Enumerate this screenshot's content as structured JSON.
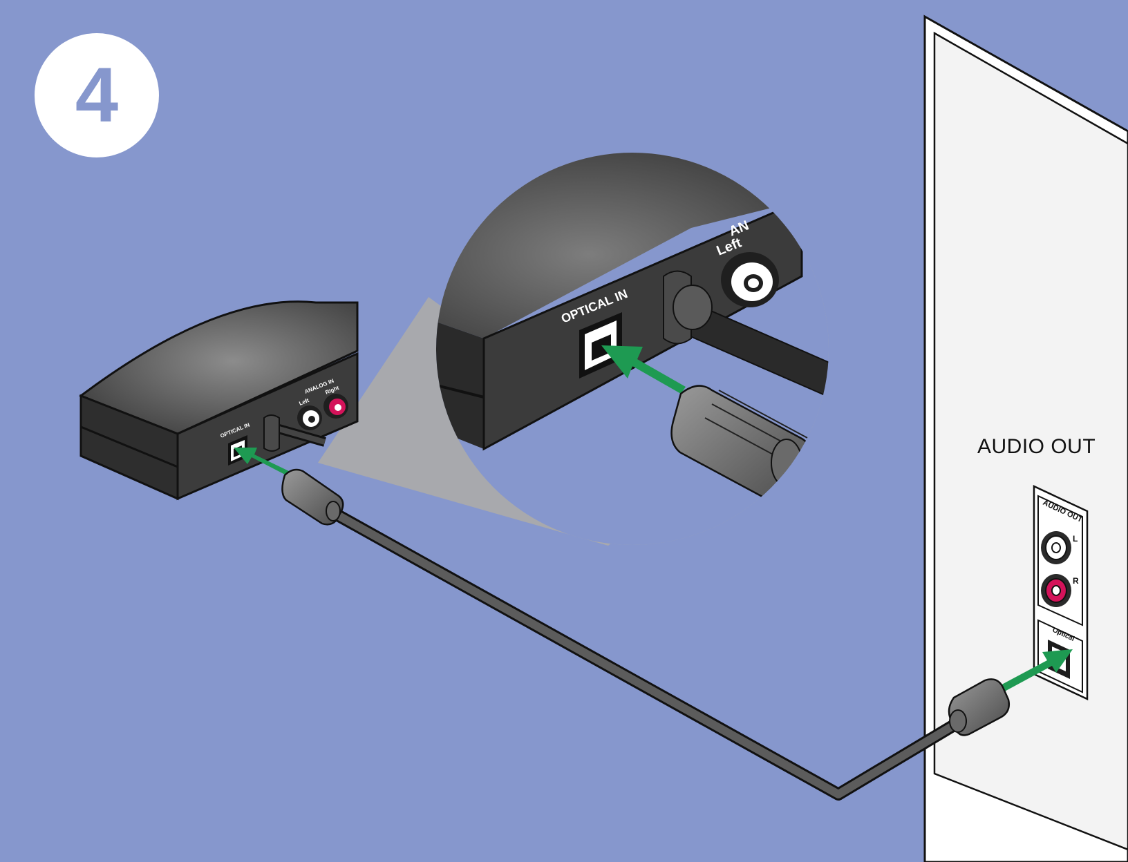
{
  "step": {
    "number": "4"
  },
  "device": {
    "optical_label": "OPTICAL IN",
    "analog_label": "ANALOG IN",
    "left_label": "Left",
    "right_label": "Right"
  },
  "zoom": {
    "optical_label": "OPTICAL IN",
    "analog_label_partial": "AN",
    "left_label": "Left"
  },
  "tv": {
    "heading": "AUDIO OUT",
    "panel_label": "AUDIO OUT",
    "l_label": "L",
    "r_label": "R",
    "optical_label": "Optical"
  },
  "colors": {
    "background": "#8697cd",
    "arrow_green": "#1e9a52",
    "rca_red": "#d4135a",
    "device_dark": "#3d3d3d",
    "zoom_gray": "#a8a9ad"
  }
}
